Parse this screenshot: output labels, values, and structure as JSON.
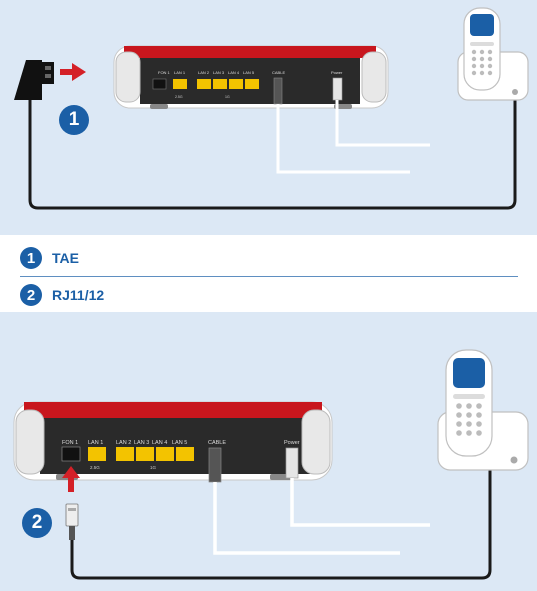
{
  "legend": [
    {
      "number": "1",
      "label": "TAE"
    },
    {
      "number": "2",
      "label": "RJ11/12"
    }
  ],
  "router_ports": {
    "fon": "FON 1",
    "lan": [
      "LAN 1",
      "LAN 2",
      "LAN 3",
      "LAN 4",
      "LAN 5"
    ],
    "cable": "CABLE",
    "power": "Power",
    "speed_lan1": "2.5G",
    "speed_lan_rest": "1G"
  },
  "badges": {
    "top": "1",
    "bottom": "2"
  },
  "colors": {
    "panel_bg": "#dce8f5",
    "accent_blue": "#1b5fa6",
    "router_red": "#c8161d",
    "port_yellow": "#f3c300",
    "cable": "#1a1a1a",
    "arrow_red": "#d42027"
  }
}
